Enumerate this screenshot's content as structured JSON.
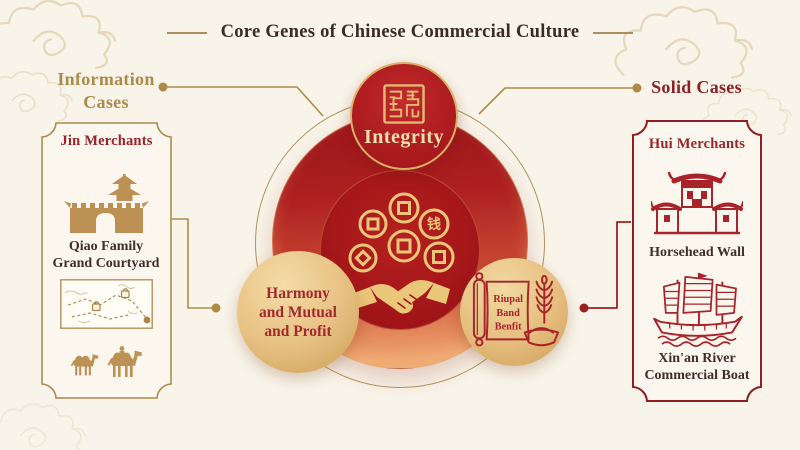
{
  "title": "Core Genes of Chinese Commercial Culture",
  "left_column": {
    "heading": "Information Cases",
    "card": {
      "title": "Jin Merchants",
      "landmark_caption": "Qiao Family Grand Courtyard",
      "icons": [
        "courtyard-gate-icon",
        "trade-route-map-icon",
        "camel-caravan-icon"
      ]
    }
  },
  "right_column": {
    "heading": "Solid Cases",
    "card": {
      "title": "Hui Merchants",
      "landmark_caption": "Horsehead Wall",
      "boat_caption": "Xin'an River Commercial Boat",
      "icons": [
        "horsehead-wall-icon",
        "junk-boat-icon"
      ]
    }
  },
  "center": {
    "top_circle": {
      "label": "Integrity",
      "icon": "seal-stamp-icon"
    },
    "harmony_circle": {
      "lines": [
        "Harmony",
        "and Mutual",
        "and Profit"
      ]
    },
    "scroll_circle": {
      "icon": "scroll-icon",
      "scroll_lines": [
        "Riupal",
        "Band",
        "Benfit"
      ]
    },
    "coin_character": "钱",
    "icons": [
      "coins-icon",
      "handshake-icon"
    ]
  },
  "colors": {
    "background": "#f8f4e9",
    "gold": "#ad8a4a",
    "coin_gold": "#eac679",
    "deep_red": "#8e2025",
    "bright_red": "#b2252a",
    "cream_text": "#f2dfae",
    "dark_text": "#3b2b26"
  }
}
